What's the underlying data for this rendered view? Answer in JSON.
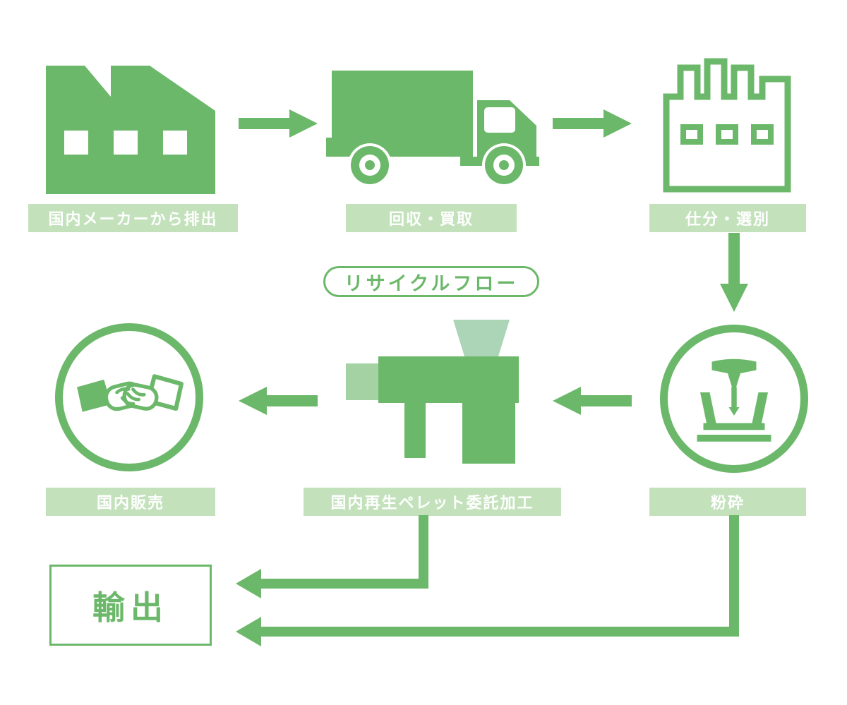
{
  "title": {
    "text": "リサイクルフロー"
  },
  "colors": {
    "green": "#6cb86a",
    "label_bg": "#c3e2bc",
    "label_text": "#ffffff",
    "hopper_light": "#abd5b6",
    "nozzle_light": "#a5d2a3",
    "background": "#ffffff"
  },
  "nodes": {
    "factory": {
      "label": "国内メーカーから排出"
    },
    "truck": {
      "label": "回収・買取"
    },
    "sorting": {
      "label": "仕分・選別"
    },
    "crusher": {
      "label": "粉砕"
    },
    "pelletizer": {
      "label": "国内再生ペレット委託加工"
    },
    "sales": {
      "label": "国内販売"
    },
    "export": {
      "label": "輸出"
    }
  },
  "flow_order": [
    "国内メーカーから排出",
    "回収・買取",
    "仕分・選別",
    "粉砕",
    "国内再生ペレット委託加工",
    "国内販売",
    "輸出"
  ]
}
